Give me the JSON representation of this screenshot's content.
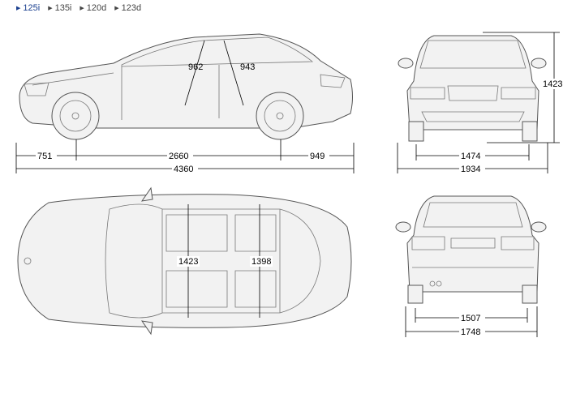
{
  "tabs": [
    {
      "label": "125i",
      "active": true
    },
    {
      "label": "135i",
      "active": false
    },
    {
      "label": "120d",
      "active": false
    },
    {
      "label": "123d",
      "active": false
    }
  ],
  "side_view": {
    "front_overhang": "751",
    "wheelbase": "2660",
    "rear_overhang": "949",
    "length": "4360",
    "front_headroom": "962",
    "rear_headroom": "943"
  },
  "front_view": {
    "track": "1474",
    "width": "1934",
    "height": "1423"
  },
  "top_view": {
    "front_shoulder": "1423",
    "rear_shoulder": "1398"
  },
  "rear_view": {
    "track": "1507",
    "width": "1748"
  },
  "colors": {
    "active_tab": "#1a3f8f",
    "text": "#444444"
  }
}
